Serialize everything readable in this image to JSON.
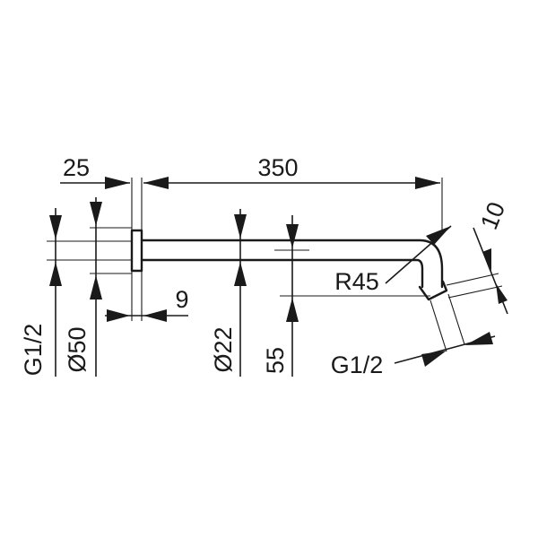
{
  "drawing": {
    "dimensions": {
      "length": "350",
      "flange_offset": "25",
      "flange_thickness": "9",
      "wall_thread": "G1/2",
      "flange_diameter": "Ø50",
      "arm_diameter": "Ø22",
      "drop_height": "55",
      "bend_radius": "R45",
      "outlet_length": "10",
      "outlet_thread": "G1/2"
    },
    "colors": {
      "line": "#1a1a1a",
      "background": "#ffffff"
    }
  }
}
